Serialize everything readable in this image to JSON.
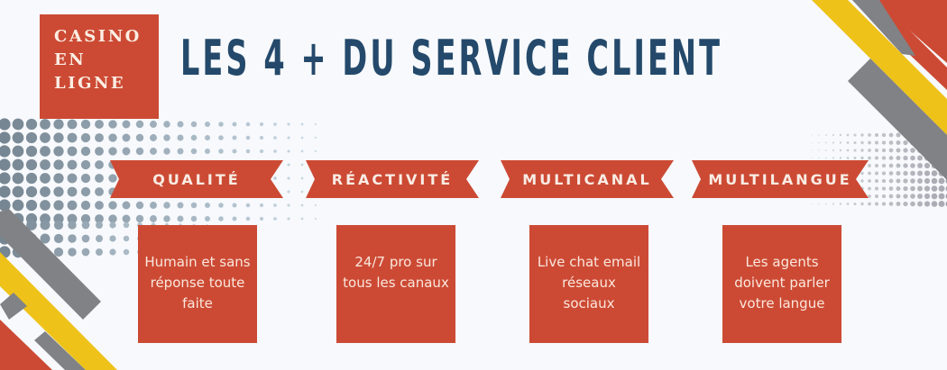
{
  "logo": {
    "lines": [
      "CASINO",
      "EN",
      "LIGNE"
    ]
  },
  "header": {
    "title": "LES 4 + DU SERVICE CLIENT"
  },
  "pillars": [
    {
      "label": "QUALITÉ",
      "description": "Humain et sans réponse toute faite"
    },
    {
      "label": "RÉACTIVITÉ",
      "description": "24/7 pro sur tous les canaux"
    },
    {
      "label": "MULTICANAL",
      "description": "Live chat email réseaux sociaux"
    },
    {
      "label": "MULTILANGUE",
      "description": "Les agents doivent parler votre langue"
    }
  ],
  "colors": {
    "accent_red": "#cc4a34",
    "title_navy": "#24496b",
    "stripe_yellow": "#efc21a",
    "stripe_gray": "#808285",
    "dot_gray": "#8d9fb0",
    "background": "#f7f9fc"
  }
}
